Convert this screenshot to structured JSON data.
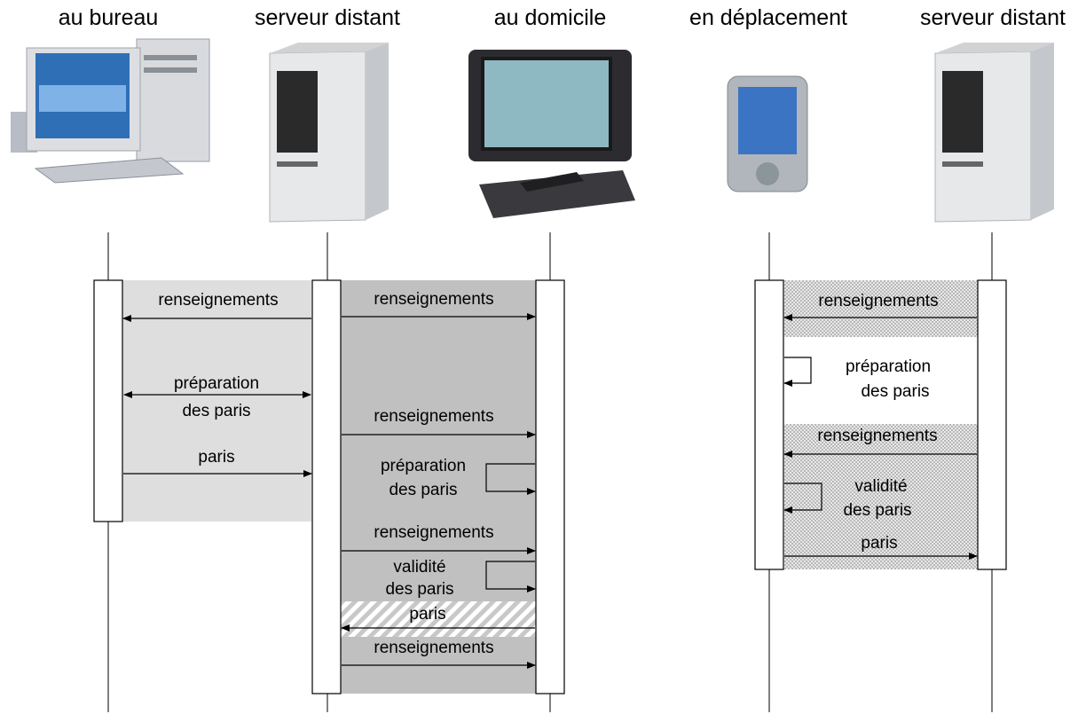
{
  "headers": {
    "office": "au bureau",
    "server1": "serveur distant",
    "home": "au domicile",
    "mobile": "en déplacement",
    "server2": "serveur distant"
  },
  "devices": {
    "office": "desktop-computer",
    "server1": "tower-server",
    "home": "television-set-top-box",
    "mobile": "pda",
    "server2": "tower-server"
  },
  "messages": {
    "m1": "renseignements",
    "m2": "préparation",
    "m2b": "des paris",
    "m3": "paris",
    "m4": "renseignements",
    "m5": "renseignements",
    "m6": "préparation",
    "m6b": "des paris",
    "m7": "renseignements",
    "m8": "validité",
    "m8b": "des paris",
    "m9": "paris",
    "m10": "renseignements",
    "m11": "renseignements",
    "m12": "préparation",
    "m12b": "des paris",
    "m13": "renseignements",
    "m14": "validité",
    "m14b": "des paris",
    "m15": "paris"
  },
  "colors": {
    "office_zone": "#dedede",
    "home_zone": "#c0c0c0",
    "mobile_zone": "#d4d4d4",
    "line": "#000000"
  }
}
